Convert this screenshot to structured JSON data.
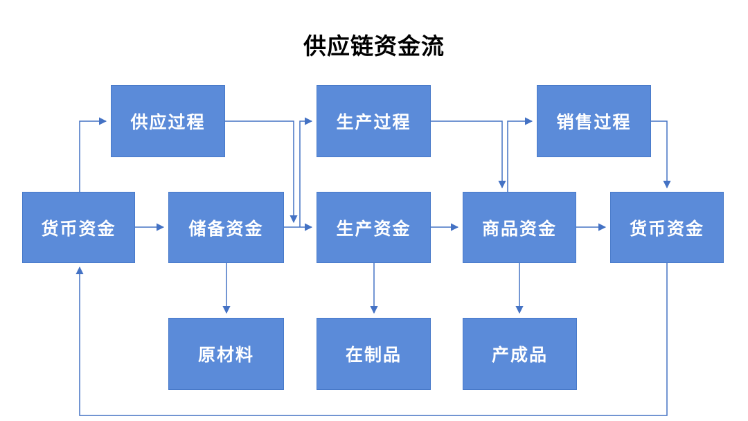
{
  "title": "供应链资金流",
  "colors": {
    "box_fill": "#5B8BD9",
    "box_border": "#4779C9",
    "arrow": "#4472C4",
    "node_text": "#FFFFFF",
    "title_color": "#000000",
    "background": "#FFFFFF"
  },
  "nodes": {
    "supply_process": "供应过程",
    "production_process": "生产过程",
    "sales_process": "销售过程",
    "money_fund_left": "货币资金",
    "reserve_fund": "储备资金",
    "production_fund": "生产资金",
    "commodity_fund": "商品资金",
    "money_fund_right": "货币资金",
    "raw_material": "原材料",
    "work_in_progress": "在制品",
    "finished_goods": "产成品"
  },
  "edges": [
    {
      "from": "money_fund_left",
      "to": "supply_process"
    },
    {
      "from": "money_fund_left",
      "to": "reserve_fund"
    },
    {
      "from": "supply_process",
      "to": "reserve_fund_production_fund_junction"
    },
    {
      "from": "reserve_fund_production_fund_junction",
      "to": "production_process"
    },
    {
      "from": "reserve_fund",
      "to": "production_fund"
    },
    {
      "from": "production_process",
      "to": "commodity_fund"
    },
    {
      "from": "commodity_fund",
      "to": "sales_process"
    },
    {
      "from": "production_fund",
      "to": "commodity_fund"
    },
    {
      "from": "sales_process",
      "to": "money_fund_right"
    },
    {
      "from": "commodity_fund",
      "to": "money_fund_right"
    },
    {
      "from": "reserve_fund",
      "to": "raw_material"
    },
    {
      "from": "production_fund",
      "to": "work_in_progress"
    },
    {
      "from": "commodity_fund",
      "to": "finished_goods"
    },
    {
      "from": "money_fund_right",
      "to": "money_fund_left"
    }
  ]
}
